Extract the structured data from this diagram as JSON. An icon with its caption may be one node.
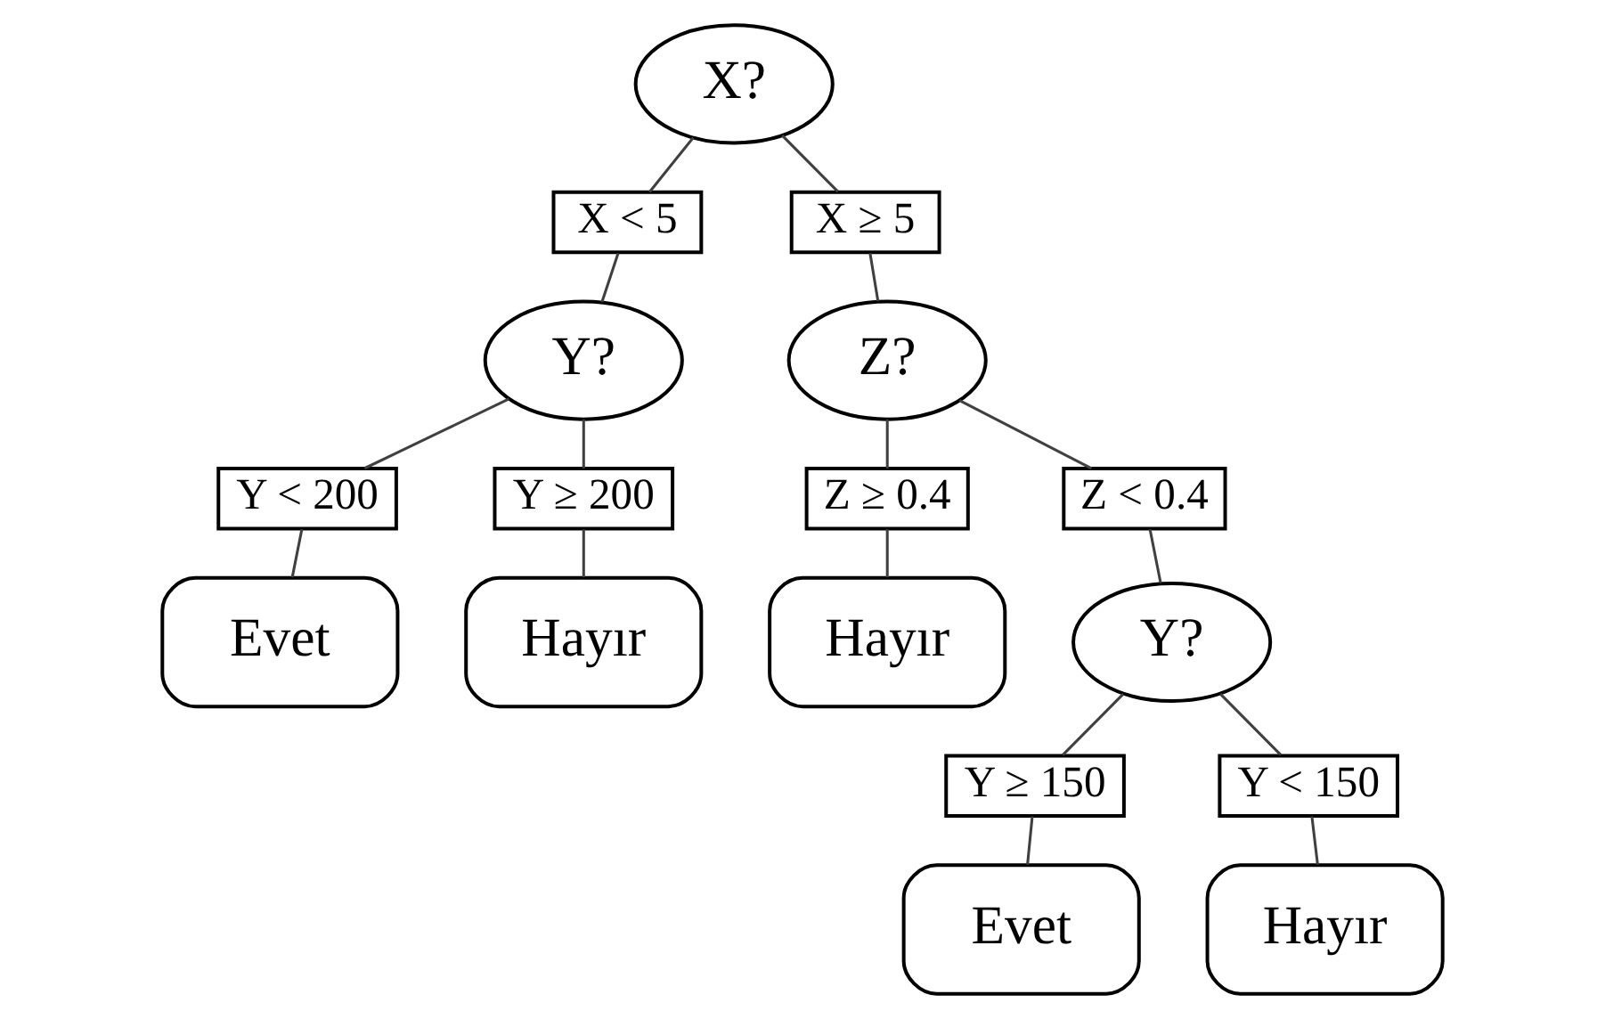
{
  "diagram": {
    "nodes": [
      {
        "text": [
          "X?"
        ]
      },
      {
        "text": [
          "X < 5"
        ]
      },
      {
        "text": [
          "X ≥ 5"
        ]
      },
      {
        "text": [
          "Y?"
        ]
      },
      {
        "text": [
          "Z?"
        ]
      },
      {
        "text": [
          "Y < 200"
        ]
      },
      {
        "text": [
          "Y ≥ 200"
        ]
      },
      {
        "text": [
          "Z ≥ 0.4"
        ]
      },
      {
        "text": [
          "Z < 0.4"
        ]
      },
      {
        "text": [
          "Evet"
        ]
      },
      {
        "text": [
          "Hayır"
        ]
      },
      {
        "text": [
          "Hayır"
        ]
      },
      {
        "text": [
          "Y?"
        ]
      },
      {
        "text": [
          "Y ≥ 150"
        ]
      },
      {
        "text": [
          "Y < 150"
        ]
      },
      {
        "text": [
          "Evet"
        ]
      },
      {
        "text": [
          "Hayır"
        ]
      }
    ],
    "edges": [
      {
        "from": 0,
        "to": 1,
        "arrow": "none"
      },
      {
        "from": 0,
        "to": 2,
        "arrow": "none"
      },
      {
        "from": 1,
        "to": 3,
        "arrow": "none"
      },
      {
        "from": 2,
        "to": 4,
        "arrow": "none"
      },
      {
        "from": 3,
        "to": 5,
        "arrow": "none"
      },
      {
        "from": 3,
        "to": 6,
        "arrow": "none"
      },
      {
        "from": 4,
        "to": 7,
        "arrow": "none"
      },
      {
        "from": 4,
        "to": 8,
        "arrow": "none"
      },
      {
        "from": 5,
        "to": 9,
        "arrow": "none"
      },
      {
        "from": 6,
        "to": 10,
        "arrow": "none"
      },
      {
        "from": 7,
        "to": 11,
        "arrow": "none"
      },
      {
        "from": 8,
        "to": 12,
        "arrow": "none"
      },
      {
        "from": 12,
        "to": 13,
        "arrow": "none"
      },
      {
        "from": 12,
        "to": 14,
        "arrow": "none"
      },
      {
        "from": 13,
        "to": 15,
        "arrow": "none"
      },
      {
        "from": 14,
        "to": 16,
        "arrow": "none"
      }
    ]
  }
}
